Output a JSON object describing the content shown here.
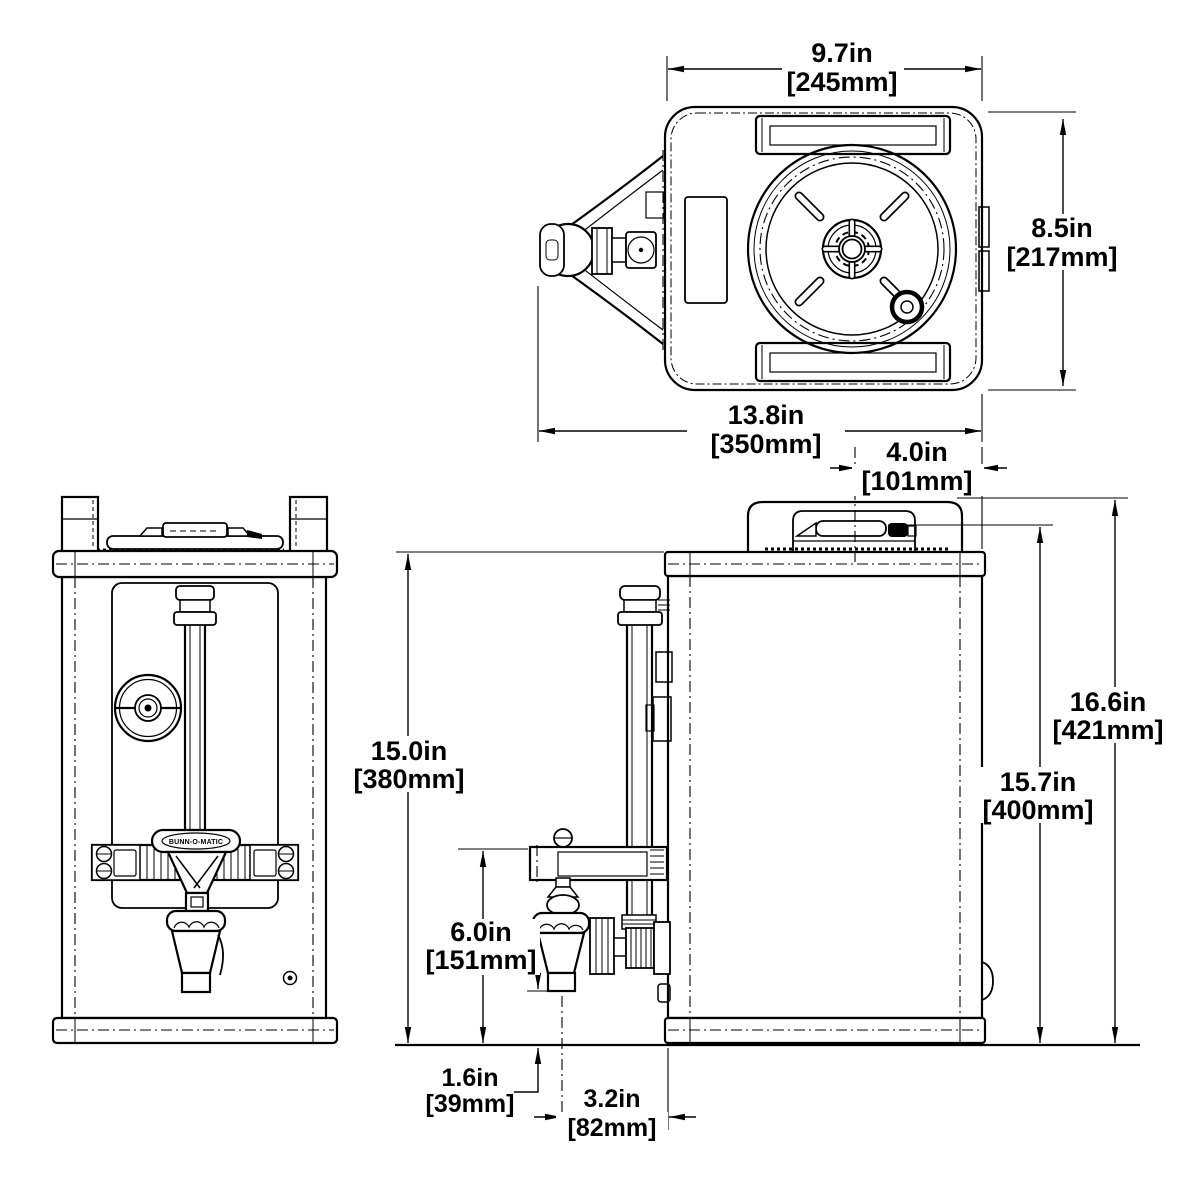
{
  "colors": {
    "ink": "#000000",
    "background": "#ffffff"
  },
  "brand_label": "BUNN-O-MATIC",
  "dimensions": {
    "top_width": {
      "in": "9.7in",
      "mm": "[245mm]"
    },
    "top_depth": {
      "in": "8.5in",
      "mm": "[217mm]"
    },
    "overall_depth": {
      "in": "13.8in",
      "mm": "[350mm]"
    },
    "lid_offset": {
      "in": "4.0in",
      "mm": "[101mm]"
    },
    "body_height": {
      "in": "15.0in",
      "mm": "[380mm]"
    },
    "faucet_height": {
      "in": "6.0in",
      "mm": "[151mm]"
    },
    "overall_height": {
      "in": "16.6in",
      "mm": "[421mm]"
    },
    "handle_height": {
      "in": "15.7in",
      "mm": "[400mm]"
    },
    "spout_clearance": {
      "in": "1.6in",
      "mm": "[39mm]"
    },
    "spout_offset": {
      "in": "3.2in",
      "mm": "[82mm]"
    }
  }
}
